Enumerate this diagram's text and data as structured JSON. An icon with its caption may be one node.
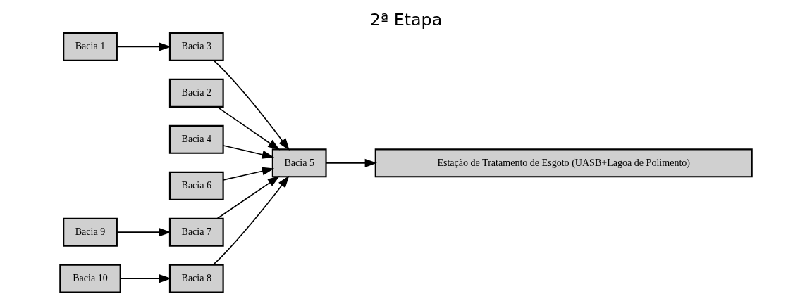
{
  "diagram": {
    "title": "2ª Etapa",
    "nodes": [
      {
        "text": [
          "Bacia 1"
        ]
      },
      {
        "text": [
          "Bacia 2"
        ]
      },
      {
        "text": [
          "Bacia 3"
        ]
      },
      {
        "text": [
          "Bacia 4"
        ]
      },
      {
        "text": [
          "Bacia 5"
        ]
      },
      {
        "text": [
          "Estação de Tratamento de Esgoto (UASB+Lagoa de Polimento)"
        ]
      },
      {
        "text": [
          "Bacia 6"
        ]
      },
      {
        "text": [
          "Bacia 7"
        ]
      },
      {
        "text": [
          "Bacia 8"
        ]
      },
      {
        "text": [
          "Bacia 9"
        ]
      },
      {
        "text": [
          "Bacia 10"
        ]
      }
    ],
    "edges": [
      {
        "from": 0,
        "to": 2,
        "arrow": "to"
      },
      {
        "from": 1,
        "to": 4,
        "arrow": "to"
      },
      {
        "from": 2,
        "to": 4,
        "arrow": "to"
      },
      {
        "from": 3,
        "to": 4,
        "arrow": "to"
      },
      {
        "from": 6,
        "to": 4,
        "arrow": "to"
      },
      {
        "from": 4,
        "to": 5,
        "arrow": "to"
      },
      {
        "from": 7,
        "to": 4,
        "arrow": "to"
      },
      {
        "from": 8,
        "to": 4,
        "arrow": "to"
      },
      {
        "from": 9,
        "to": 7,
        "arrow": "to"
      },
      {
        "from": 10,
        "to": 8,
        "arrow": "to"
      }
    ]
  }
}
